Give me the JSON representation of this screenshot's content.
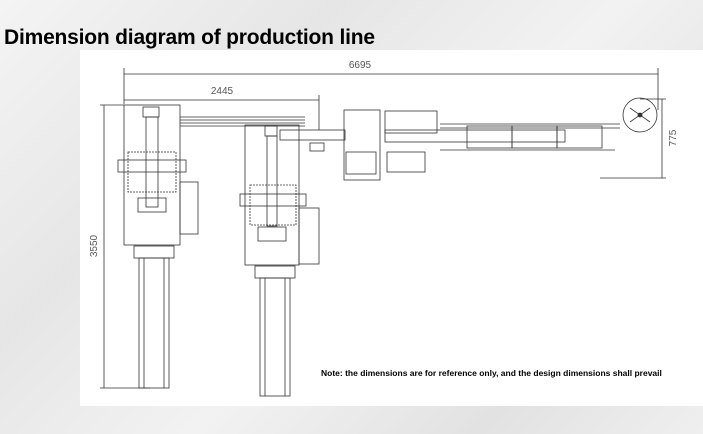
{
  "title": "Dimension diagram of production line",
  "dimensions": {
    "total_length": "6695",
    "first_section_length": "2445",
    "total_width": "3550",
    "line_width": "775"
  },
  "note": "Note: the dimensions are for reference only, and the design dimensions shall prevail"
}
